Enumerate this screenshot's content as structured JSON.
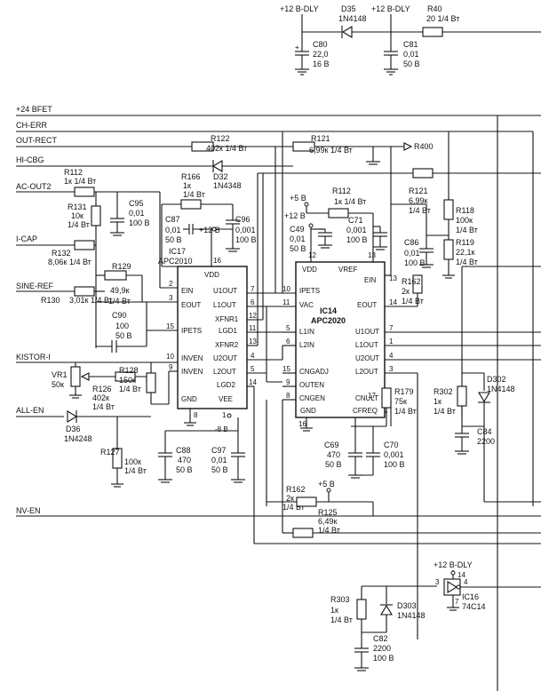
{
  "nets": {
    "p12_left": "+12 B-DLY",
    "p12_right": "+12 B-DLY",
    "p24": "+24 BFET",
    "ch_err": "CH-ERR",
    "out_rect": "OUT-RECT",
    "hi_cbg": "HI-CBG",
    "ac_out2": "AC-OUT2",
    "i_cap": "I-CAP",
    "sine_ref": "SINE-REF",
    "kistor": "KISTOR-I",
    "all_en": "ALL-EN",
    "nv_en": "NV-EN",
    "p12_ic16": "+12 B-DLY",
    "p5_a": "+5 B",
    "p12_ic14": "+12 B",
    "p12_ic17": "+12 B",
    "p5_b": "+5 B",
    "m8": "-8 B",
    "r400": "R400"
  },
  "components": {
    "d35": {
      "ref": "D35",
      "val": "1N4148"
    },
    "r40": {
      "ref": "R40",
      "val": "20 1/4 Вт"
    },
    "c80": {
      "ref": "C80",
      "v1": "22,0",
      "v2": "16 B"
    },
    "c81": {
      "ref": "C81",
      "v1": "0,01",
      "v2": "50 B"
    },
    "r122": {
      "ref": "R122",
      "val": "402к 1/4 Вт"
    },
    "r121a": {
      "ref": "R121",
      "val": "6,99к 1/4 Вт"
    },
    "r112a": {
      "ref": "R112",
      "val": "1к 1/4 Вт"
    },
    "r131": {
      "ref": "R131",
      "v1": "10к",
      "v2": "1/4 Вт"
    },
    "c95": {
      "ref": "C95",
      "v1": "0,01",
      "v2": "100 B"
    },
    "r132": {
      "ref": "R132",
      "val": "8,06к 1/4 Вт"
    },
    "r129": {
      "ref": "R129",
      "v1": "49,9к",
      "v2": "1/4 Вт"
    },
    "r130": {
      "ref": "R130",
      "val": "3,01к 1/4 Вт"
    },
    "c90": {
      "ref": "C90",
      "v1": "100",
      "v2": "50 B"
    },
    "r166": {
      "ref": "R166",
      "v1": "1к",
      "v2": "1/4 Вт"
    },
    "d32": {
      "ref": "D32",
      "val": "1N4348"
    },
    "c87": {
      "ref": "C87",
      "v1": "0,01",
      "v2": "50 B"
    },
    "c96": {
      "ref": "C96",
      "v1": "0,001",
      "v2": "100 B"
    },
    "r112b": {
      "ref": "R112",
      "val": "1к 1/4 Вт"
    },
    "c49": {
      "ref": "C49",
      "v1": "0,01",
      "v2": "50 B"
    },
    "c71": {
      "ref": "C71",
      "v1": "0,001",
      "v2": "100 B"
    },
    "r121b": {
      "ref": "R121",
      "v1": "6,99к",
      "v2": "1/4 Вт"
    },
    "r118": {
      "ref": "R118",
      "v1": "100к",
      "v2": "1/4 Вт"
    },
    "r119": {
      "ref": "R119",
      "v1": "22,1к",
      "v2": "1/4 Вт"
    },
    "c86": {
      "ref": "C86",
      "v1": "0,01",
      "v2": "100 B"
    },
    "r162a": {
      "ref": "R162",
      "v1": "2к",
      "v2": "1/4 Вт"
    },
    "vr1": {
      "ref": "VR1",
      "val": "50к"
    },
    "r128": {
      "ref": "R128",
      "v1": "150к",
      "v2": "1/4 Вт"
    },
    "r126": {
      "ref": "R126",
      "v1": "402к",
      "v2": "1/4 Вт"
    },
    "d36": {
      "ref": "D36",
      "val": "1N4248"
    },
    "r127": {
      "ref": "R127",
      "v1": "100к",
      "v2": "1/4 Вт"
    },
    "c88": {
      "ref": "C88",
      "v1": "470",
      "v2": "50 B"
    },
    "c97": {
      "ref": "C97",
      "v1": "0,01",
      "v2": "50 B"
    },
    "r179": {
      "ref": "R179",
      "v1": "75к",
      "v2": "1/4 Вт"
    },
    "c69": {
      "ref": "C69",
      "v1": "470",
      "v2": "50 B"
    },
    "c70": {
      "ref": "C70",
      "v1": "0,001",
      "v2": "100 B"
    },
    "r302": {
      "ref": "R302",
      "v1": "1к",
      "v2": "1/4 Вт"
    },
    "d302": {
      "ref": "D302",
      "val": "1N4148"
    },
    "c84": {
      "ref": "C84",
      "val": "2200"
    },
    "r162b": {
      "ref": "R162",
      "v1": "2к",
      "v2": "1/4 Вт"
    },
    "r125": {
      "ref": "R125",
      "v1": "6,49к",
      "v2": "1/4 Вт"
    },
    "r303": {
      "ref": "R303",
      "v1": "1к",
      "v2": "1/4 Вт"
    },
    "d303": {
      "ref": "D303",
      "val": "1N4148"
    },
    "c82": {
      "ref": "C82",
      "v1": "2200",
      "v2": "100 B"
    },
    "ic16": {
      "ref": "IC16",
      "val": "74C14"
    }
  },
  "ic17": {
    "name": "IC17",
    "part": "APC2010",
    "pins_left": [
      "EIN",
      "EOUT",
      "IPETS",
      "INVEN",
      "INVEN"
    ],
    "pins_left_nums": [
      "2",
      "3",
      "15",
      "10",
      "9"
    ],
    "pins_right": [
      "U1OUT",
      "L1OUT",
      "XFNR1",
      "LGD1",
      "XFNR2",
      "U2OUT",
      "L2OUT",
      "LGD2"
    ],
    "pins_right_nums": [
      "7",
      "6",
      "12",
      "11",
      "13",
      "4",
      "5",
      "14"
    ],
    "vdd": "VDD",
    "vdd_num": "16",
    "gnd": "GND",
    "gnd_num": "8",
    "vee": "VEE",
    "vee_num": "1"
  },
  "ic14": {
    "name": "IC14",
    "part": "APC2020",
    "pins_left": [
      "IPETS",
      "VAC",
      "L1IN",
      "L2IN",
      "CNGADJ",
      "OUTEN",
      "CNGEN"
    ],
    "pins_left_nums": [
      "10",
      "11",
      "5",
      "6",
      "15",
      "9",
      "8"
    ],
    "pins_right": [
      "EIN",
      "EOUT",
      "U1OUT",
      "L1OUT",
      "U2OUT",
      "L2OUT",
      "CNULT",
      "CFREQ"
    ],
    "pins_right_nums": [
      "13",
      "14",
      "7",
      "1",
      "4",
      "3",
      "17",
      ""
    ],
    "vdd": "VDD",
    "vdd_num": "12",
    "vref": "VREF",
    "vref_num": "13",
    "gnd": "GND",
    "gnd_num": "16"
  },
  "ic16_pins": {
    "in": "3",
    "out": "4",
    "vcc": "14",
    "gnd": "7"
  }
}
